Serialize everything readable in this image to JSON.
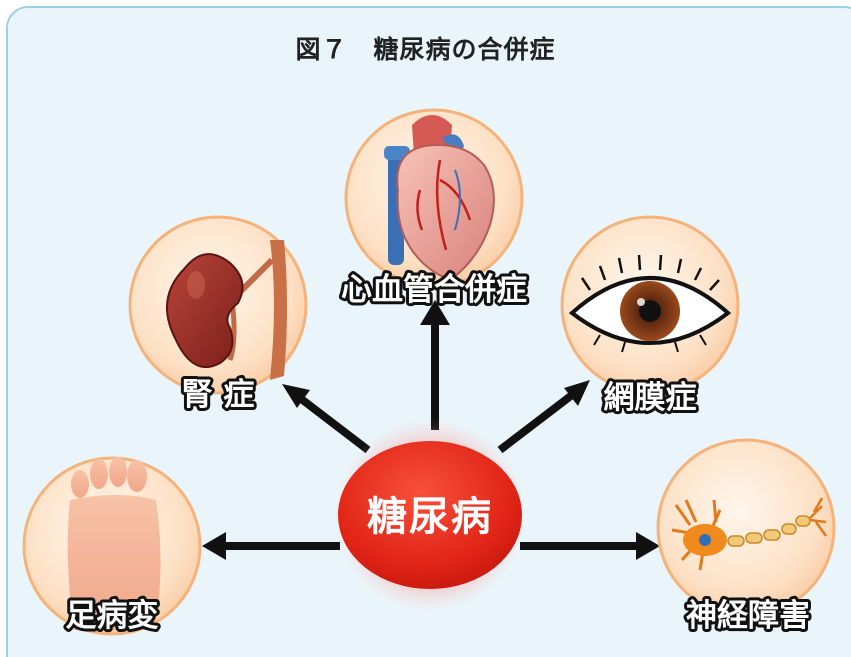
{
  "figure": {
    "title": "図７　糖尿病の合併症"
  },
  "hub": {
    "label": "糖尿病",
    "color": "#e02516"
  },
  "complications": [
    {
      "id": "cardio",
      "label": "心血管合併症",
      "icon": "heart-icon"
    },
    {
      "id": "kidney",
      "label": "腎 症",
      "icon": "kidney-icon"
    },
    {
      "id": "retina",
      "label": "網膜症",
      "icon": "eye-icon"
    },
    {
      "id": "foot",
      "label": "足病変",
      "icon": "foot-icon"
    },
    {
      "id": "nerve",
      "label": "神経障害",
      "icon": "neuron-icon"
    }
  ],
  "colors": {
    "background": "#eaf5fb",
    "border": "#9ccfe3",
    "circle_fill": "#fde3c8",
    "circle_stroke": "#f4b37a",
    "arrow": "#111111"
  }
}
